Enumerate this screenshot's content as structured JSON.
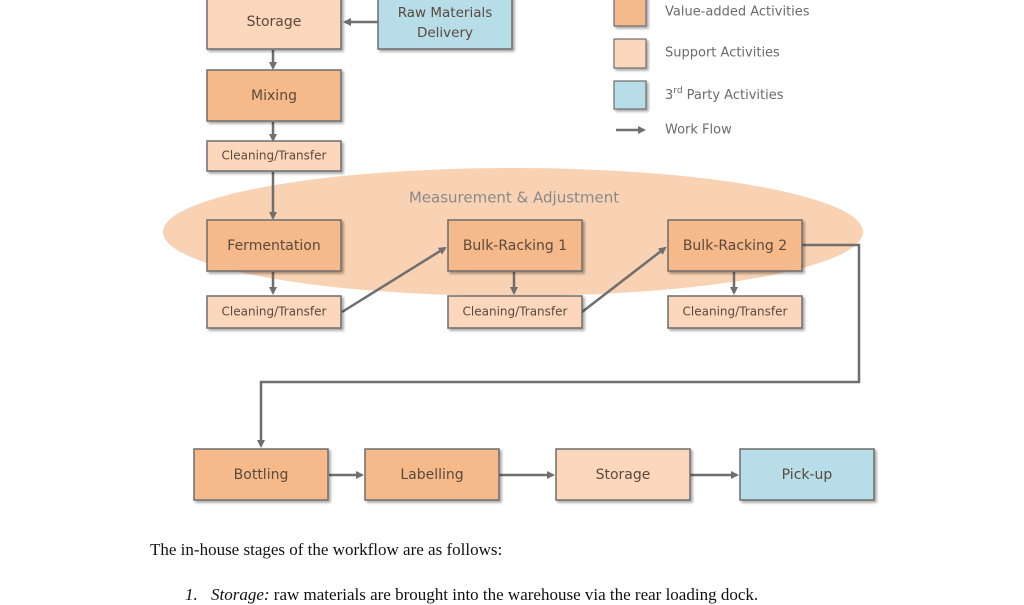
{
  "colors": {
    "value_added": "#f6b98a",
    "support": "#fcd7bb",
    "third_party": "#b6dde8",
    "border": "#6d6d6d",
    "arrow": "#6f6f6f",
    "ellipse": "#f9d2b3"
  },
  "diagram": {
    "ellipse_label": "Measurement & Adjustment",
    "boxes": {
      "storage_top": "Storage",
      "raw_materials": "Raw Materials Delivery",
      "raw_materials_line1": "Raw Materials",
      "raw_materials_line2": "Delivery",
      "mixing": "Mixing",
      "cleaning_1": "Cleaning/Transfer",
      "fermentation": "Fermentation",
      "cleaning_2": "Cleaning/Transfer",
      "bulk_racking_1": "Bulk-Racking 1",
      "cleaning_3": "Cleaning/Transfer",
      "bulk_racking_2": "Bulk-Racking 2",
      "cleaning_4": "Cleaning/Transfer",
      "bottling": "Bottling",
      "labelling": "Labelling",
      "storage_bottom": "Storage",
      "pickup": "Pick-up"
    }
  },
  "legend": {
    "items": [
      {
        "label": "Value-added Activities",
        "type": "value_added"
      },
      {
        "label": "Support Activities",
        "type": "support"
      },
      {
        "label": "3rd Party Activities",
        "type": "third_party",
        "base": "3",
        "sup": "rd",
        "rest": " Party Activities"
      },
      {
        "label": "Work Flow",
        "type": "arrow"
      }
    ]
  },
  "document": {
    "intro": "The in-house stages of the workflow are as follows:",
    "list": [
      {
        "number": "1.",
        "term": "Storage:",
        "text": " raw materials are brought into the warehouse via the rear loading dock."
      }
    ]
  }
}
